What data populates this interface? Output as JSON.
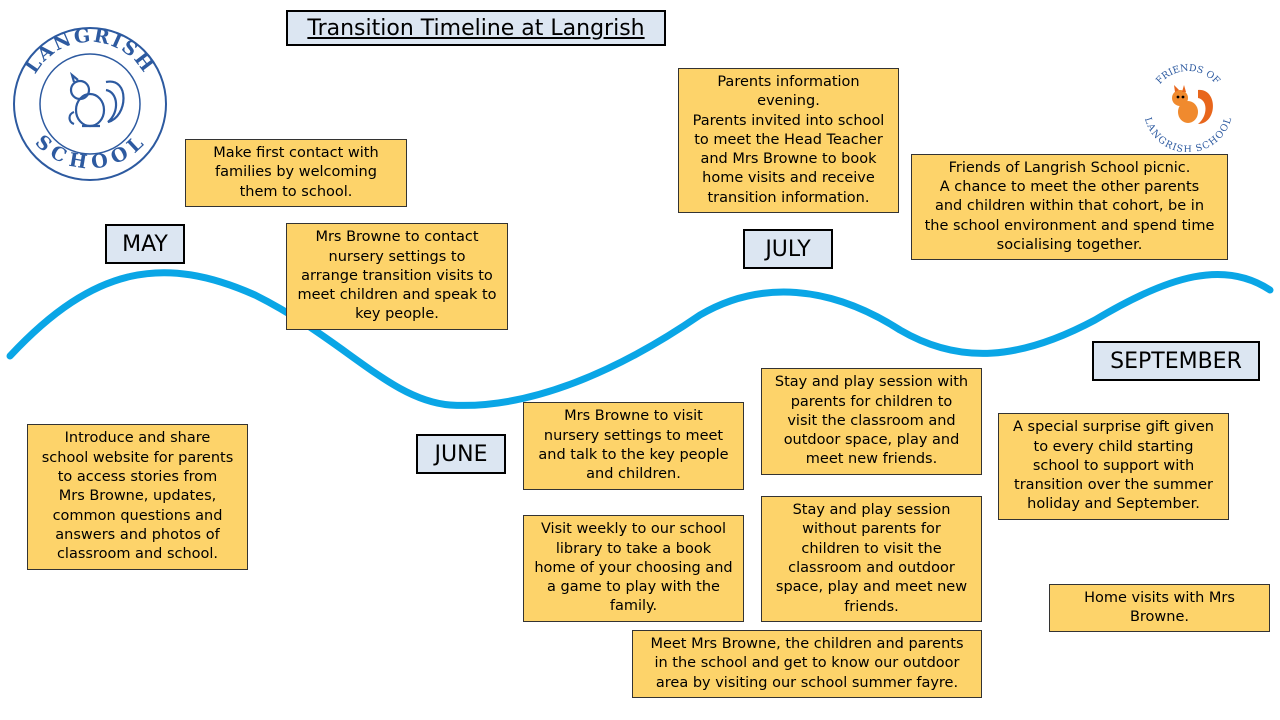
{
  "title": "Transition Timeline at Langrish",
  "colors": {
    "note_fill": "#fdd36a",
    "month_fill": "#dce6f2",
    "wave": "#0aa6e6",
    "logo_blue": "#2d5aa0"
  },
  "logos": {
    "school": {
      "top_text": "LANGRISH",
      "bottom_text": "SCHOOL",
      "icon": "squirrel-icon"
    },
    "friends": {
      "top_text": "FRIENDS OF",
      "bottom_text": "LANGRISH SCHOOL",
      "icon": "squirrel-icon"
    }
  },
  "months": {
    "may": "MAY",
    "june": "JUNE",
    "july": "JULY",
    "september": "SEPTEMBER"
  },
  "notes": {
    "first_contact": "Make first contact with\nfamilies by welcoming\nthem to school.",
    "contact_nursery": "Mrs Browne to contact\nnursery settings to\narrange transition visits to\nmeet children and speak to\nkey people.",
    "website": "Introduce and share\nschool website for parents\nto access stories from\nMrs Browne, updates,\ncommon questions and\nanswers and photos of\nclassroom and school.",
    "visit_nursery": "Mrs Browne to visit\nnursery settings to meet\nand talk to the key people\nand children.",
    "library": "Visit weekly to our school\nlibrary to take a book\nhome of your choosing and\na game to play with the\nfamily.",
    "fayre": "Meet Mrs Browne, the children and parents\nin the school and get to know our outdoor\narea by visiting our school summer fayre.",
    "info_evening": "Parents information\nevening.\nParents invited into school\nto meet the Head Teacher\nand Mrs Browne to book\nhome visits and receive\ntransition information.",
    "play_with_parents": "Stay and play session with\nparents for children to\nvisit the classroom and\noutdoor space, play and\nmeet new friends.",
    "play_without_parents": "Stay and play session\nwithout parents for\nchildren to visit the\nclassroom and outdoor\nspace, play and meet new\nfriends.",
    "picnic": "Friends of Langrish School picnic.\nA chance to meet the other parents\nand children within that cohort, be in\nthe school environment and spend time\nsocialising together.",
    "gift": "A special surprise gift given\nto every child starting\nschool to support with\ntransition over the summer\nholiday and September.",
    "home_visits": "Home visits with Mrs\nBrowne."
  }
}
